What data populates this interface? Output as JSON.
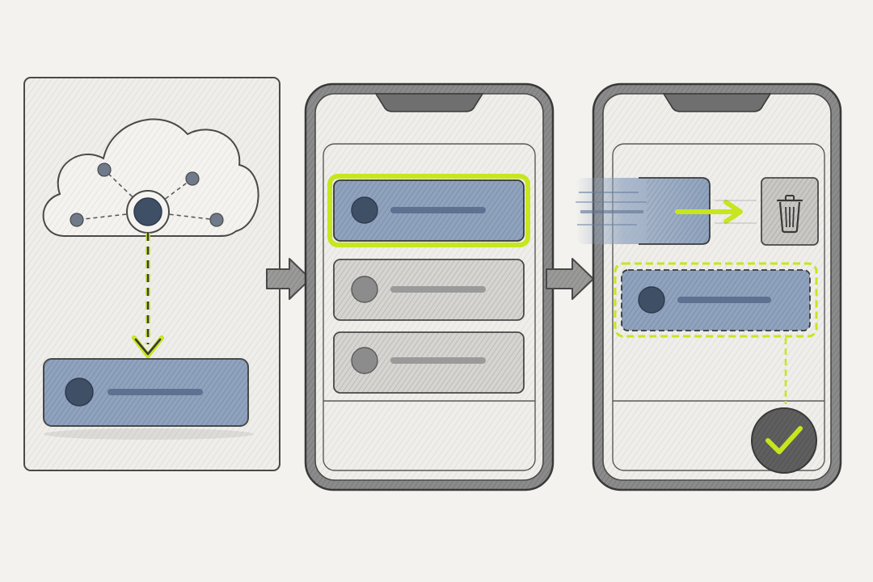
{
  "colors": {
    "paper": "#f3f2ee",
    "panel": "#ecebe7",
    "pencil": "#4a4a4a",
    "pencil_light": "#8a8a8a",
    "card_blue": "#8fa3bf",
    "card_blue_dark": "#3f4f66",
    "card_gray": "#d9d8d4",
    "dot_gray": "#8c8c8c",
    "accent_lime": "#c6e61e",
    "trash_fill": "#c9c8c4",
    "check_fill": "#5f5f5f"
  },
  "panels": [
    {
      "id": "cloud-sync",
      "icons": [
        "cloud-icon",
        "network-node-icon",
        "down-arrow-icon"
      ],
      "card": {
        "state": "synced",
        "style": "blue"
      }
    },
    {
      "id": "list-view",
      "icons": [],
      "cards": [
        {
          "state": "selected",
          "style": "blue"
        },
        {
          "state": "idle",
          "style": "gray"
        },
        {
          "state": "idle",
          "style": "gray"
        }
      ]
    },
    {
      "id": "swipe-delete",
      "icons": [
        "trash-icon",
        "right-arrow-icon",
        "checkmark-icon"
      ],
      "cards": [
        {
          "state": "swiping",
          "style": "blue"
        },
        {
          "state": "confirmed",
          "style": "blue"
        }
      ]
    }
  ],
  "transitions": [
    "right-arrow-icon",
    "right-arrow-icon"
  ]
}
